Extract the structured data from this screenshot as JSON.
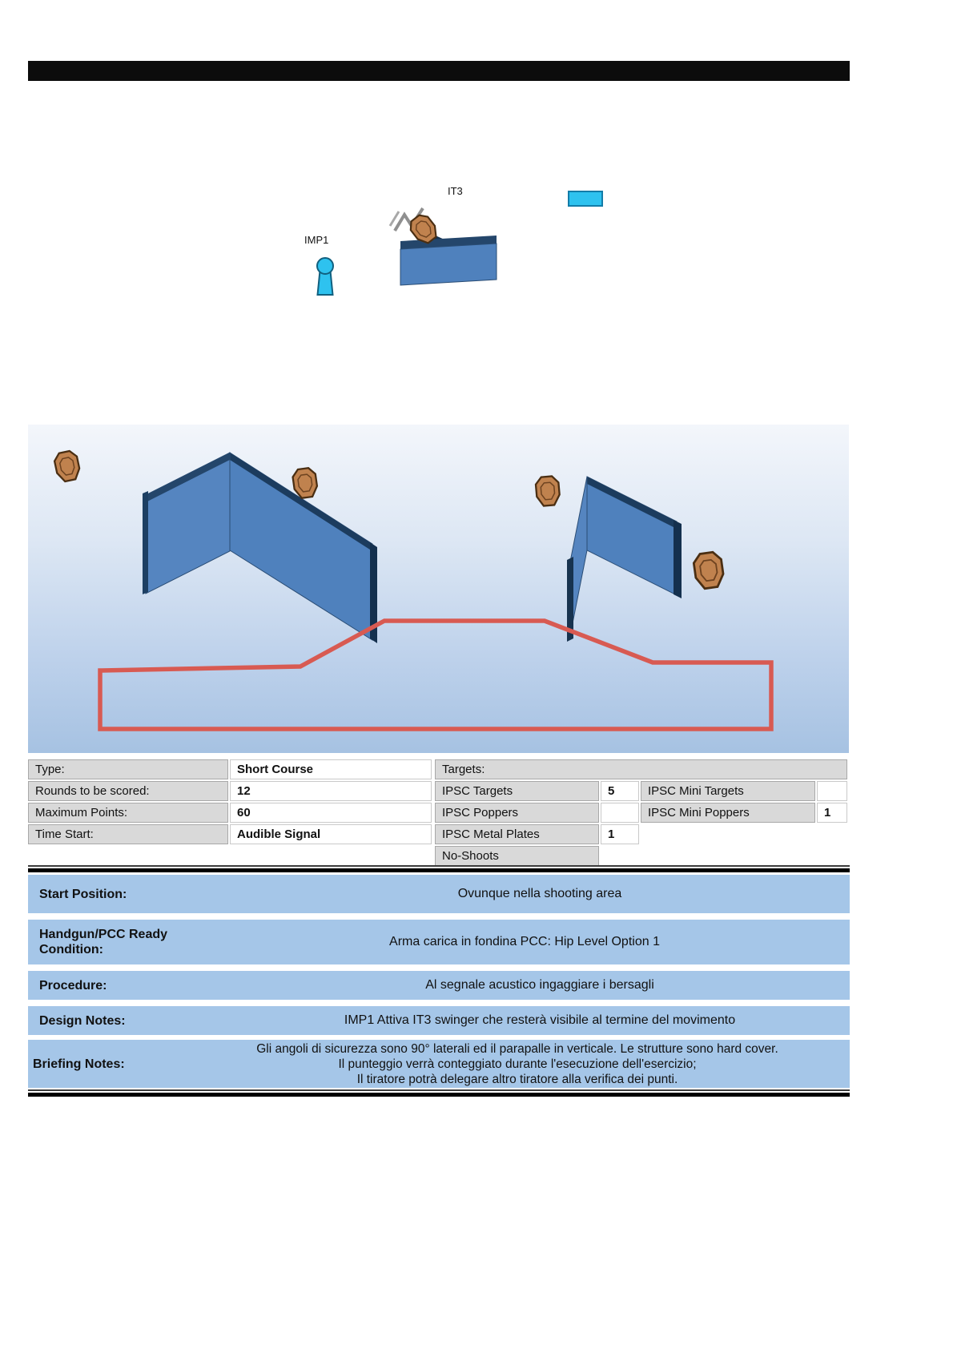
{
  "diagram": {
    "it3_label": "IT3",
    "imp1_label": "IMP1"
  },
  "table": {
    "left": [
      {
        "label": "Type:",
        "value": "Short Course"
      },
      {
        "label": "Rounds to be scored:",
        "value": "12"
      },
      {
        "label": "Maximum Points:",
        "value": "60"
      },
      {
        "label": "Time Start:",
        "value": "Audible Signal"
      }
    ],
    "targets_header": "Targets:",
    "right": [
      {
        "c1": "IPSC Targets",
        "v1": "5",
        "c2": "IPSC Mini Targets",
        "v2": ""
      },
      {
        "c1": "IPSC Poppers",
        "v1": "",
        "c2": "IPSC Mini Poppers",
        "v2": "1"
      },
      {
        "c1": "IPSC Metal Plates",
        "v1": "1",
        "c2": "",
        "v2": ""
      },
      {
        "c1": "No-Shoots",
        "v1": "",
        "c2": "",
        "v2": ""
      }
    ]
  },
  "info": {
    "start_position": {
      "label": "Start Position:",
      "text": "Ovunque nella shooting area"
    },
    "ready": {
      "label": "Handgun/PCC Ready Condition:",
      "text": "Arma carica in fondina PCC: Hip Level Option 1"
    },
    "procedure": {
      "label": "Procedure:",
      "text": "Al segnale acustico ingaggiare i bersagli"
    },
    "design": {
      "label": "Design Notes:",
      "text": "IMP1 Attiva IT3 swinger che resterà visibile al termine del movimento"
    },
    "briefing": {
      "label": "Briefing Notes:",
      "lines": [
        "Gli angoli di sicurezza sono 90° laterali ed il parapalle in verticale. Le strutture sono hard cover.",
        "Il punteggio verrà conteggiato durante l'esecuzione dell'esercizio;",
        "Il tiratore potrà delegare altro tiratore alla verifica dei punti."
      ]
    }
  },
  "colors": {
    "wall_blue": "#4f81bd",
    "wall_edge": "#1c3c5e",
    "popper_cyan": "#2ec2ef",
    "target_brown": "#c0824e",
    "fault_line_red": "#d85a52",
    "info_row_blue": "#a5c6e8",
    "table_gray": "#d9d9d9",
    "header_black": "#0c0c0c"
  }
}
